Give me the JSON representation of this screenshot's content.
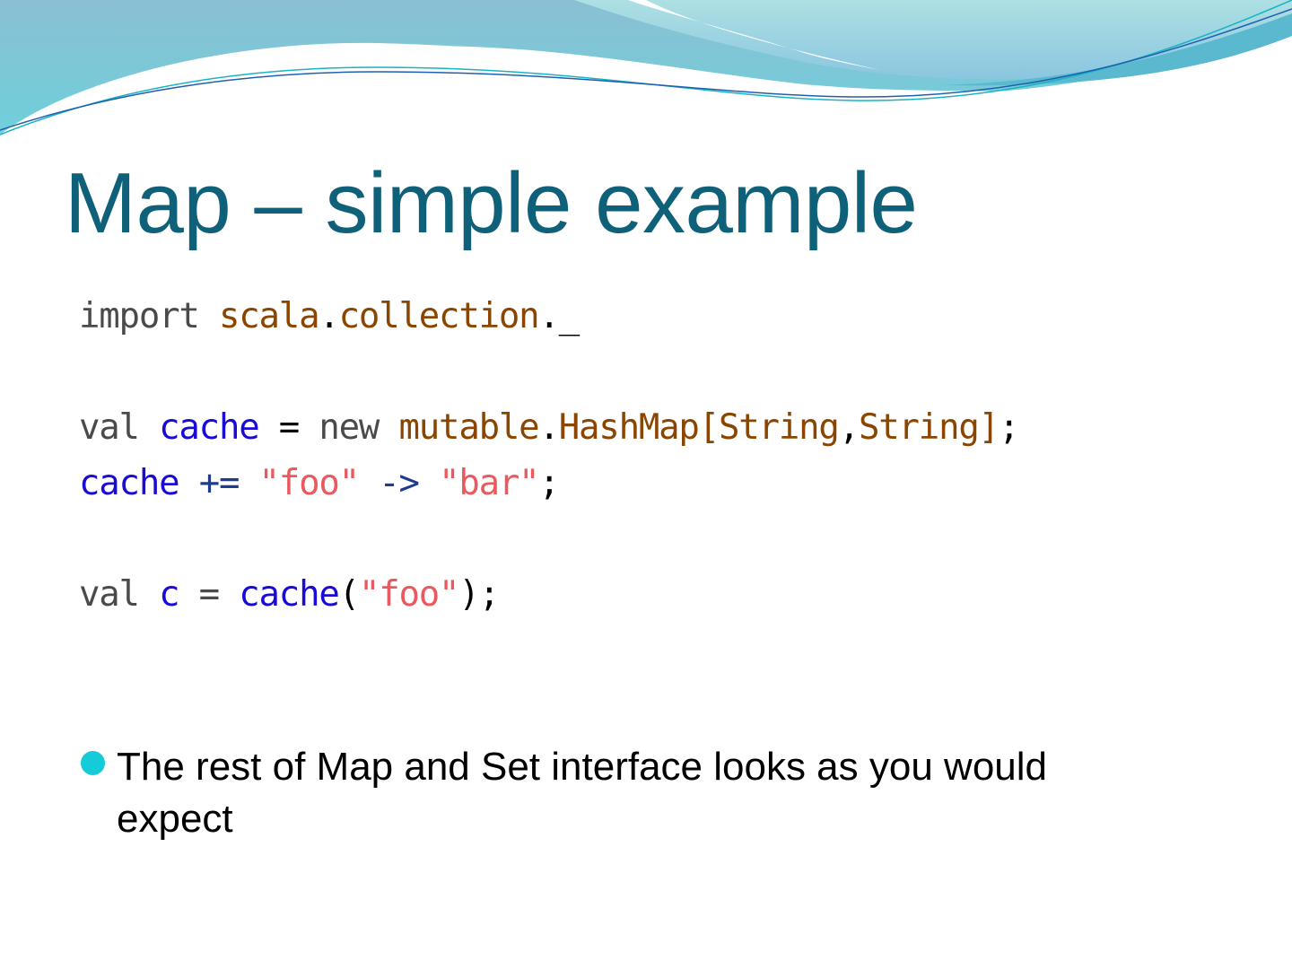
{
  "slide": {
    "title": "Map – simple example",
    "accent_color": "#0f6079",
    "bullet_color": "#14cbd8"
  },
  "code": {
    "lines": [
      [
        {
          "t": "import",
          "c": "kw"
        },
        {
          "t": " ",
          "c": "punct"
        },
        {
          "t": "scala",
          "c": "pkg"
        },
        {
          "t": ".",
          "c": "punct"
        },
        {
          "t": "collection",
          "c": "pkg"
        },
        {
          "t": "._",
          "c": "punct"
        }
      ],
      [],
      [
        {
          "t": "val",
          "c": "kw"
        },
        {
          "t": " ",
          "c": "punct"
        },
        {
          "t": "cache",
          "c": "ident"
        },
        {
          "t": " = ",
          "c": "punct"
        },
        {
          "t": "new",
          "c": "kw"
        },
        {
          "t": " ",
          "c": "punct"
        },
        {
          "t": "mutable",
          "c": "pkg"
        },
        {
          "t": ".",
          "c": "punct"
        },
        {
          "t": "HashMap",
          "c": "pkg"
        },
        {
          "t": "[",
          "c": "pkg"
        },
        {
          "t": "String",
          "c": "pkg"
        },
        {
          "t": ",",
          "c": "punct"
        },
        {
          "t": "String",
          "c": "pkg"
        },
        {
          "t": "]",
          "c": "pkg"
        },
        {
          "t": ";",
          "c": "punct"
        }
      ],
      [
        {
          "t": "cache",
          "c": "ident"
        },
        {
          "t": " ",
          "c": "punct"
        },
        {
          "t": "+=",
          "c": "op"
        },
        {
          "t": " ",
          "c": "punct"
        },
        {
          "t": "\"foo\"",
          "c": "str"
        },
        {
          "t": " ",
          "c": "punct"
        },
        {
          "t": "->",
          "c": "op"
        },
        {
          "t": " ",
          "c": "punct"
        },
        {
          "t": "\"bar\"",
          "c": "str"
        },
        {
          "t": ";",
          "c": "punct"
        }
      ],
      [],
      [
        {
          "t": "val",
          "c": "kw"
        },
        {
          "t": " ",
          "c": "punct"
        },
        {
          "t": "c",
          "c": "ident"
        },
        {
          "t": " = ",
          "c": "kw"
        },
        {
          "t": "cache",
          "c": "ident"
        },
        {
          "t": "(",
          "c": "punct"
        },
        {
          "t": "\"foo\"",
          "c": "str"
        },
        {
          "t": ");",
          "c": "punct"
        }
      ]
    ]
  },
  "bullets": [
    {
      "text": "The rest of Map and Set interface looks as you would expect",
      "icon": "bullet-dot-icon"
    }
  ]
}
